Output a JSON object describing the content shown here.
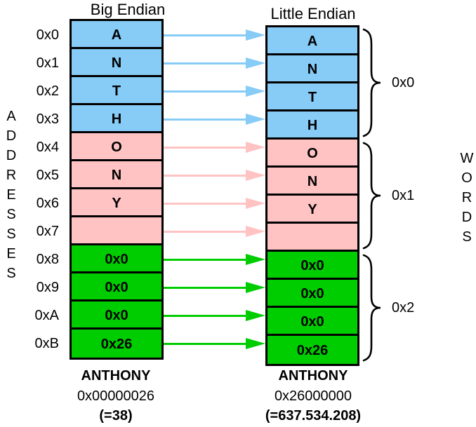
{
  "diagram": {
    "titles": {
      "left": "Big Endian",
      "right": "Little Endian"
    },
    "vertical_labels": {
      "left": "ADDRESSES",
      "right": "WORDS"
    },
    "addresses": [
      "0x0",
      "0x1",
      "0x2",
      "0x3",
      "0x4",
      "0x5",
      "0x6",
      "0x7",
      "0x8",
      "0x9",
      "0xA",
      "0xB"
    ],
    "bytes": [
      "A",
      "N",
      "T",
      "H",
      "O",
      "N",
      "Y",
      "",
      "0x0",
      "0x0",
      "0x0",
      "0x26"
    ],
    "word_labels": [
      "0x0",
      "0x1",
      "0x2"
    ],
    "colors": {
      "word0": "#87CBF7",
      "word1": "#FFC3C3",
      "word2": "#00CD00",
      "border": "#000000"
    },
    "bottom_left": {
      "word": "ANTHONY",
      "hex": "0x00000026",
      "decimal": "(=38)"
    },
    "bottom_right": {
      "word": "ANTHONY",
      "hex": "0x26000000",
      "decimal": "(=637.534.208)"
    }
  }
}
